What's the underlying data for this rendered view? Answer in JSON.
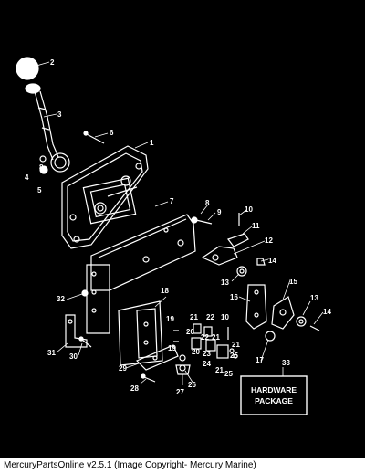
{
  "diagram": {
    "callouts": [
      "1",
      "2",
      "3",
      "4",
      "5",
      "6",
      "7",
      "8",
      "9",
      "10",
      "11",
      "12",
      "13",
      "14",
      "15",
      "16",
      "17",
      "18",
      "19",
      "20",
      "21",
      "22",
      "23",
      "24",
      "25",
      "26",
      "27",
      "28",
      "29",
      "30",
      "31",
      "32",
      "33"
    ],
    "duplicate_callouts": {
      "c8b": "8",
      "c10b": "10",
      "c13b": "13",
      "c14b": "14",
      "c19b": "19",
      "c20b": "20",
      "c21b": "21",
      "c21c": "21",
      "c21d": "21",
      "c22b": "22",
      "c25b": "25"
    },
    "hardware_package": {
      "line1": "HARDWARE",
      "line2": "PACKAGE"
    }
  },
  "footer": {
    "text": "MercuryPartsOnline v2.5.1 (Image Copyright- Mercury Marine)"
  },
  "colors": {
    "background": "#000000",
    "line_art": "#ffffff",
    "footer_bg": "#ffffff",
    "footer_text": "#000000"
  }
}
